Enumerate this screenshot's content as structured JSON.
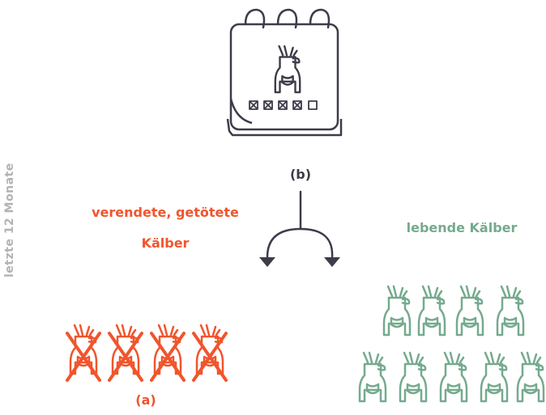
{
  "labels": {
    "side": "letzte 12 Monate",
    "b": "(b)",
    "dead_line1": "verendete, getötete",
    "dead_line2": "Kälber",
    "alive": "lebende Kälber",
    "a": "(a)"
  },
  "calendar": {
    "icon": "calendar-icon",
    "crossed_boxes": 4,
    "empty_boxes": 1
  },
  "dead_calves": {
    "count": 4,
    "icon": "calf-crossed-icon"
  },
  "alive_calves": {
    "count": 9,
    "icon": "calf-icon"
  },
  "colors": {
    "dark": "#3c3c4a",
    "dead": "#f0552d",
    "alive": "#75aa8e",
    "side": "#b3b3b3"
  }
}
